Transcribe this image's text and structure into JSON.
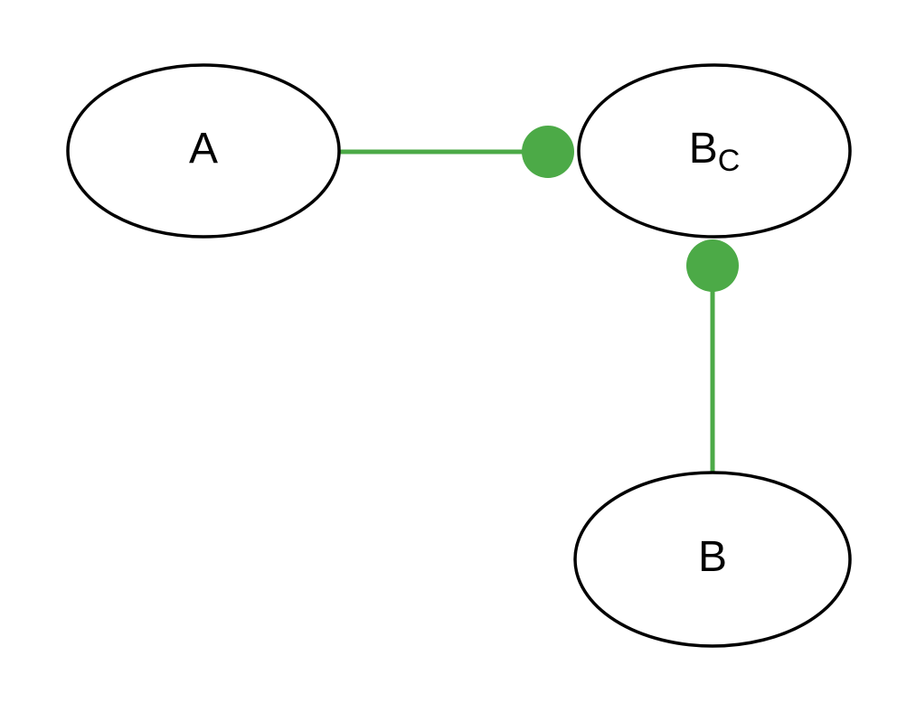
{
  "diagram": {
    "background_color": "#ffffff",
    "node_fill_color": "#ffffff",
    "node_stroke_color": "#000000",
    "connector_color": "#4caa47",
    "nodes": [
      {
        "id": "A",
        "label": "A",
        "subscript": ""
      },
      {
        "id": "BC",
        "label": "B",
        "subscript": "C"
      },
      {
        "id": "B",
        "label": "B",
        "subscript": ""
      }
    ],
    "edges": [
      {
        "from": "A",
        "to": "BC"
      },
      {
        "from": "BC",
        "to": "B"
      }
    ]
  }
}
